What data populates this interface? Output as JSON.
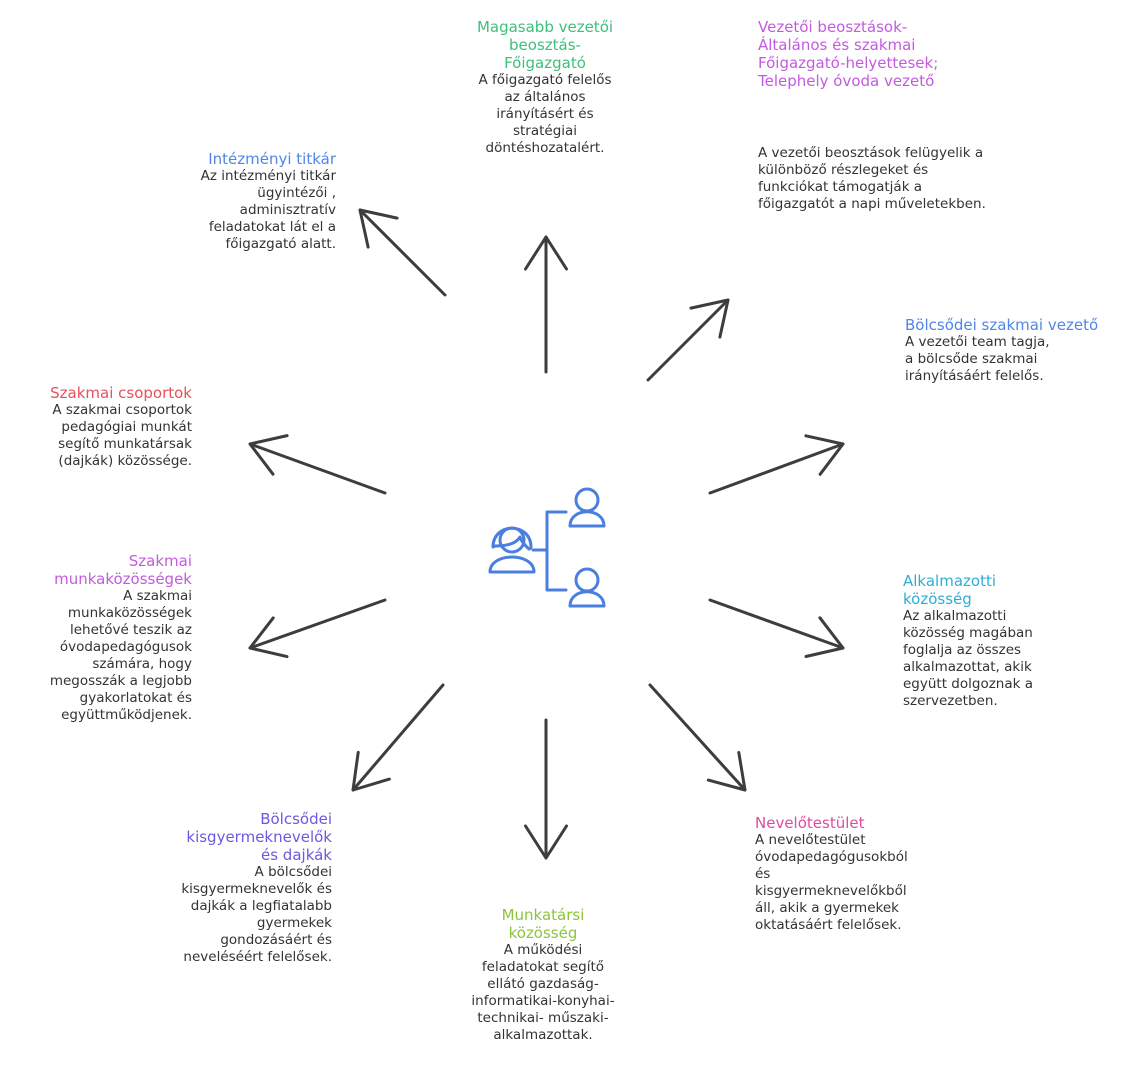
{
  "colors": {
    "arrow": "#3d3d3d",
    "icon": "#4a7fe0"
  },
  "center_icon": "org-chart-people-icon",
  "nodes": {
    "top": {
      "title": "Magasabb vezetői\nbeosztás-\nFőigazgató",
      "desc": "A főigazgató felelős\naz általános\nirányításért és\nstratégiai\ndöntéshozatalért.",
      "color": "#3ec07a"
    },
    "top_right": {
      "title": "Vezetői beosztások-\nÁltalános és szakmai\nFőigazgató-helyettesek;\nTelephely óvoda vezető",
      "desc": "A vezetői beosztások felügyelik a\nkülönböző részlegeket és\nfunkciókat támogatják a\nfőigazgatót a napi műveletekben.",
      "color": "#c35ae0"
    },
    "right_upper": {
      "title": "Bölcsődei szakmai vezető",
      "desc": "A vezetői team tagja,\na bölcsőde szakmai\nirányításáért felelős.",
      "color": "#4f86e8"
    },
    "right_lower": {
      "title": "Alkalmazotti\nközösség",
      "desc": "Az alkalmazotti\nközösség magában\nfoglalja az összes\nalkalmazottat, akik\negyütt dolgoznak a\nszervezetben.",
      "color": "#2eaed6"
    },
    "bottom_right": {
      "title": "Nevelőtestület",
      "desc": "A nevelőtestület\nóvodapedagógusokból\nés\nkisgyermeknevelőkből\náll, akik a gyermekek\noktatásáért felelősek.",
      "color": "#e04aa0"
    },
    "bottom": {
      "title": "Munkatársi\nközösség",
      "desc": "A működési\nfeladatokat segítő\nellátó gazdaság-\ninformatikai-konyhai-\ntechnikai- műszaki-\nalkalmazottak.",
      "color": "#8cc43c"
    },
    "bottom_left": {
      "title": "Bölcsődei\nkisgyermeknevelők\nés dajkák",
      "desc": "A bölcsődei\nkisgyermeknevelők és\ndajkák a legfiatalabb\ngyermekek\ngondozásáért és\nneveléséért felelősek.",
      "color": "#6a5ae0"
    },
    "left_lower": {
      "title": "Szakmai\nmunkaközösségek",
      "desc": "A szakmai\nmunkaközösségek\nlehetővé teszik az\nóvodapedagógusok\nszámára, hogy\nmegosszák a legjobb\ngyakorlatokat és\negyüttműködjenek.",
      "color": "#c35ae0"
    },
    "left_upper": {
      "title": "Szakmai csoportok",
      "desc": "A szakmai csoportok\npedagógiai munkát\nsegítő munkatársak\n(dajkák) közössége.",
      "color": "#e8505a"
    },
    "top_left": {
      "title": "Intézményi titkár",
      "desc": "Az intézményi titkár\nügyintézői ,\nadminisztratív\nfeladatokat lát el a\nfőigazgató alatt.",
      "color": "#4f86e8"
    }
  }
}
